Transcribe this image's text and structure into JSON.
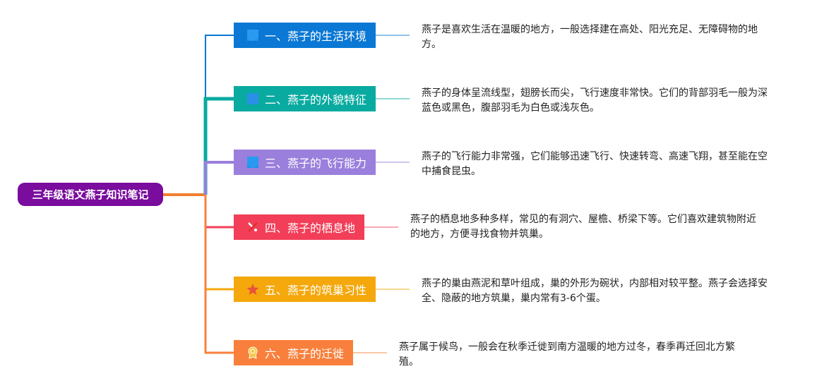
{
  "root": {
    "label": "三年级语文燕子知识笔记",
    "color": "#7a0c9e"
  },
  "branches": [
    {
      "label": "一、燕子的生活环境",
      "icon": "flag-icon",
      "color": "#0a78d4",
      "desc_line1": "燕子是喜欢生活在温暖的地方，一般选择建在高处、阳光充足、无障碍物的地",
      "desc_line2": "方。"
    },
    {
      "label": "二、燕子的外貌特征",
      "icon": "square-icon",
      "color": "#09aaa0",
      "desc_line1": "燕子的身体呈流线型，翅膀长而尖，飞行速度非常快。它们的背部羽毛一般为深",
      "desc_line2": "蓝色或黑色，腹部羽毛为白色或浅灰色。"
    },
    {
      "label": "三、燕子的飞行能力",
      "icon": "flag-icon",
      "color": "#9a7fdc",
      "desc_line1": "燕子的飞行能力非常强，它们能够迅速飞行、快速转弯、高速飞翔，甚至能在空",
      "desc_line2": "中捕食昆虫。"
    },
    {
      "label": "四、燕子的栖息地",
      "icon": "tools-icon",
      "color": "#f23e58",
      "desc_line1": "燕子的栖息地多种多样，常见的有洞穴、屋檐、桥梁下等。它们喜欢建筑物附近",
      "desc_line2": "的地方，方便寻找食物并筑巢。"
    },
    {
      "label": "五、燕子的筑巢习性",
      "icon": "star-icon",
      "color": "#f4a80c",
      "desc_line1": "燕子的巢由燕泥和草叶组成，巢的外形为碗状，内部相对较平整。燕子会选择安",
      "desc_line2": "全、隐蔽的地方筑巢，巢内常有3-6个蛋。"
    },
    {
      "label": "六、燕子的迁徙",
      "icon": "medal-icon",
      "color": "#f8803c",
      "desc_line1": "燕子属于候鸟，一般会在秋季迁徙到南方温暖的地方过冬，春季再迁回北方繁",
      "desc_line2": "殖。"
    }
  ],
  "connector_color": "#f08030"
}
